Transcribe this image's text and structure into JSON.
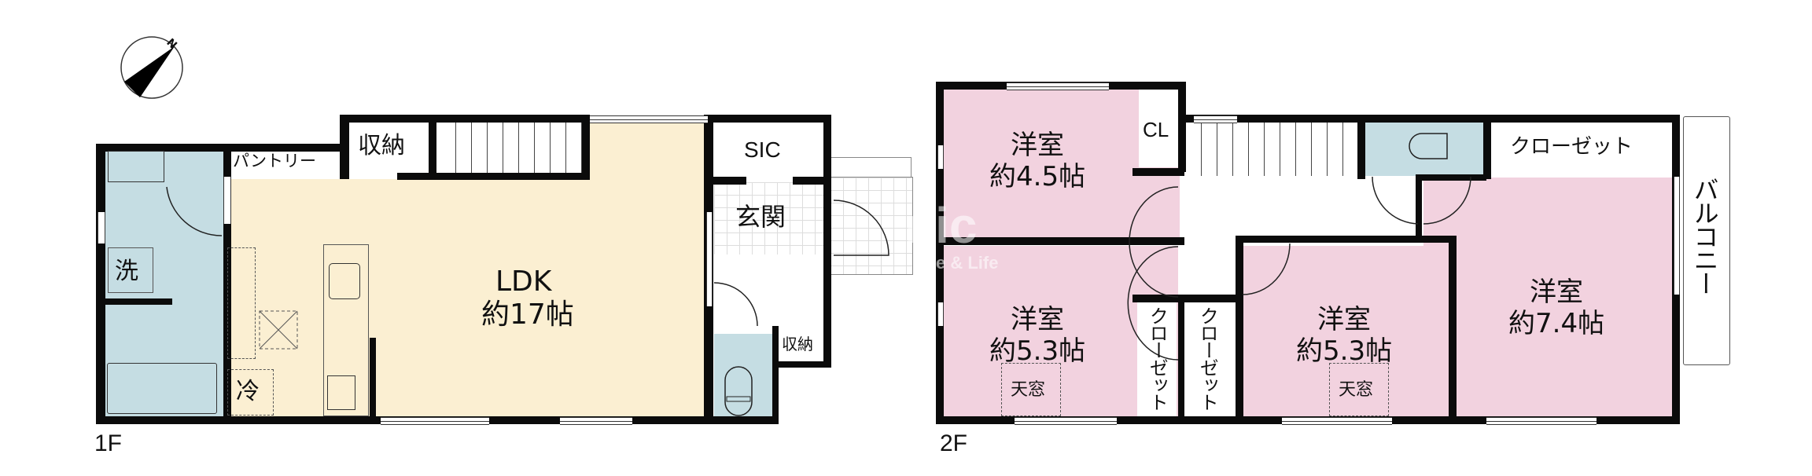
{
  "compass": {
    "label": "N",
    "icon": "north-arrow-icon"
  },
  "floors": [
    {
      "label": "1F",
      "rooms": [
        {
          "id": "ldk",
          "name": "LDK",
          "size": "約17帖",
          "color": "#FBEFD2"
        },
        {
          "id": "pantry",
          "name": "パントリー"
        },
        {
          "id": "storage-top",
          "name": "収納"
        },
        {
          "id": "sic",
          "name": "SIC"
        },
        {
          "id": "genkan",
          "name": "玄関"
        },
        {
          "id": "storage-small",
          "name": "収納"
        },
        {
          "id": "washroom",
          "name": "洗",
          "color": "#C5DDE3"
        },
        {
          "id": "fridge",
          "name": "冷"
        }
      ]
    },
    {
      "label": "2F",
      "rooms": [
        {
          "id": "western-45",
          "name": "洋室",
          "size": "約4.5帖",
          "color": "#F2D2DF"
        },
        {
          "id": "cl",
          "name": "CL"
        },
        {
          "id": "western-53a",
          "name": "洋室",
          "size": "約5.3帖",
          "skylight": "天窓"
        },
        {
          "id": "closet-a",
          "name": "クローゼット"
        },
        {
          "id": "closet-b",
          "name": "クローゼット"
        },
        {
          "id": "western-53b",
          "name": "洋室",
          "size": "約5.3帖",
          "skylight": "天窓"
        },
        {
          "id": "closet-top",
          "name": "クローゼット"
        },
        {
          "id": "western-74",
          "name": "洋室",
          "size": "約7.4帖"
        },
        {
          "id": "balcony",
          "name": "バルコニー"
        }
      ]
    }
  ],
  "watermark": {
    "line1": "nic",
    "line2": "e & Life"
  },
  "colors": {
    "ldk": "#FBEFD2",
    "bedroom": "#F2D2DF",
    "wet": "#C5DDE3",
    "wall": "#0b0b0b"
  }
}
